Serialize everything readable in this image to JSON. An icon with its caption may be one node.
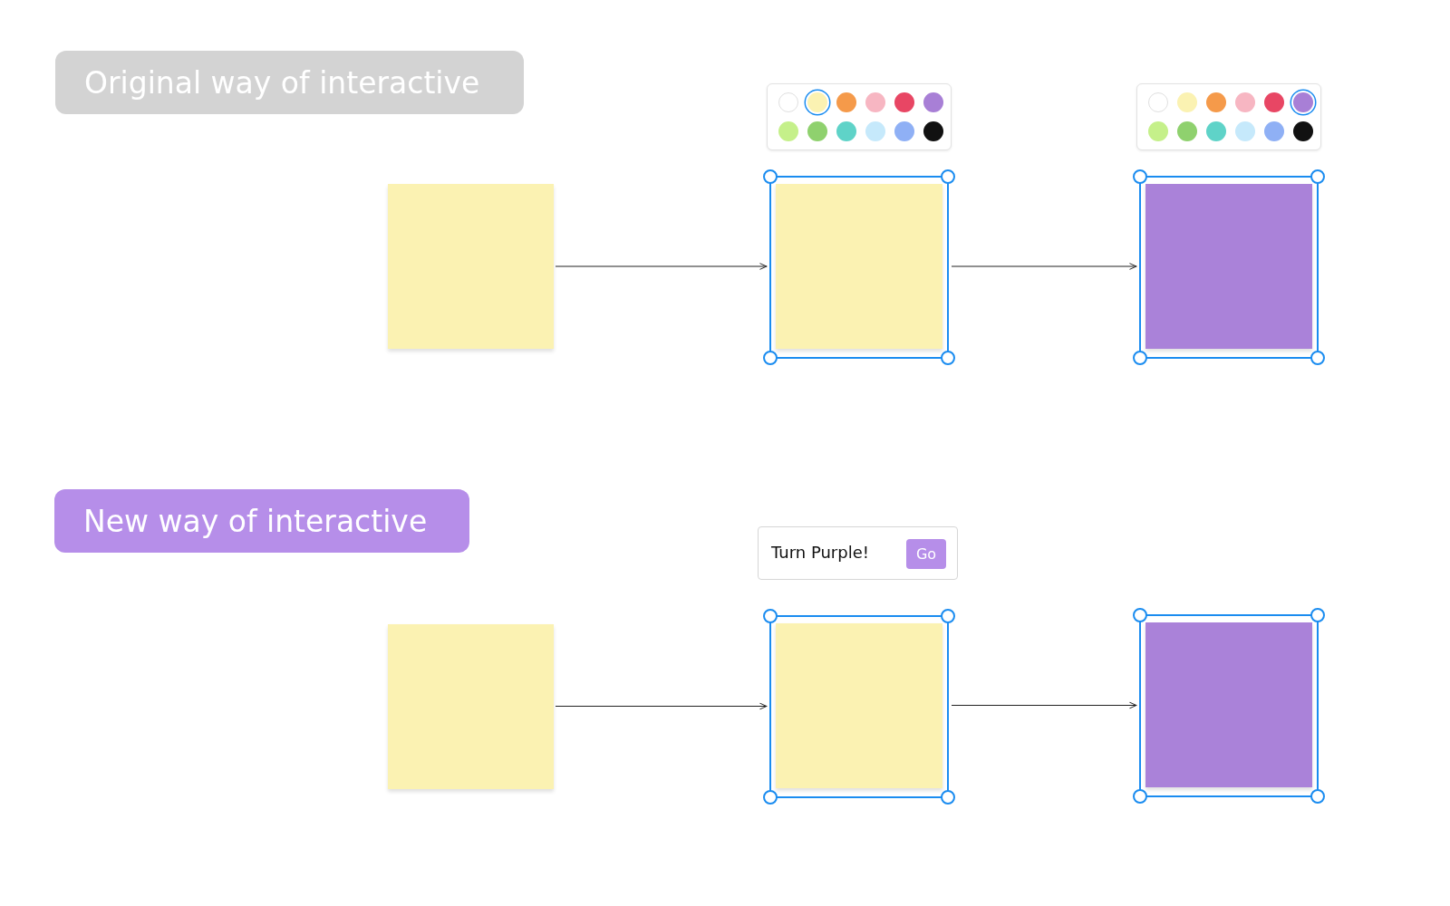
{
  "diagram": {
    "nodes": [
      {
        "text": [
          "Original way of interactive"
        ]
      },
      {
        "text": [],
        "shape": "box"
      },
      {
        "text": [],
        "shape": "box"
      },
      {
        "text": [],
        "shape": "box"
      },
      {
        "text": [
          "New way of interactive"
        ]
      },
      {
        "text": [
          "Turn Purple!"
        ]
      },
      {
        "text": [
          "Go"
        ],
        "in": 5
      },
      {
        "text": [],
        "shape": "box"
      },
      {
        "text": [],
        "shape": "box"
      },
      {
        "text": [],
        "shape": "box"
      }
    ],
    "edges": [
      {
        "from": 1,
        "to": 2,
        "arrow": "to"
      },
      {
        "from": 2,
        "to": 3,
        "arrow": "to"
      },
      {
        "from": 7,
        "to": 8,
        "arrow": "to"
      },
      {
        "from": 8,
        "to": 9,
        "arrow": "to"
      }
    ]
  }
}
